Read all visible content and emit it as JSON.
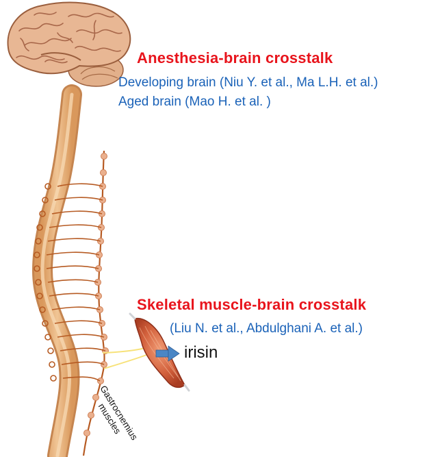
{
  "anesthesia": {
    "title": "Anesthesia-brain crosstalk",
    "line1": "Developing brain (Niu Y. et al., Ma L.H. et al.)",
    "line2": "Aged brain (Mao H. et al. )"
  },
  "skeletal": {
    "title": "Skeletal muscle-brain crosstalk",
    "refs": "(Liu N. et al., Abdulghani A. et al.)"
  },
  "product": "irisin",
  "muscle_label": {
    "line1": "Gastrocnemius",
    "line2": "muscles"
  },
  "colors": {
    "title_red": "#e8141c",
    "reference_blue": "#1a62b8",
    "brain": "#e6b48e",
    "cord": "#e7b27c",
    "nerve": "#b65a22",
    "muscle": "#cf5a34",
    "arrow": "#4a86c5"
  }
}
